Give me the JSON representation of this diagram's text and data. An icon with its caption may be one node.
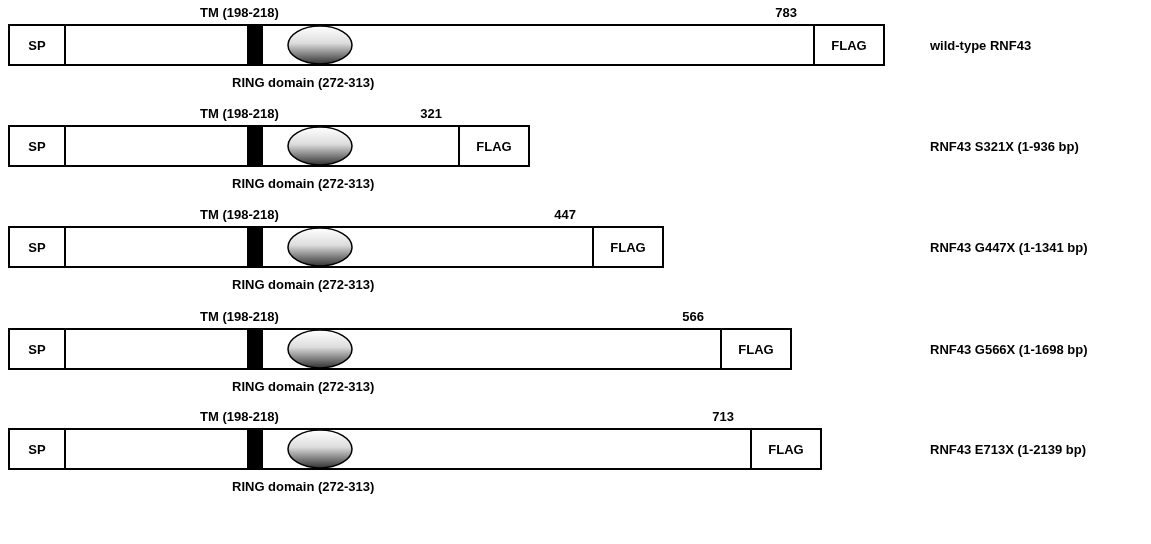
{
  "diagram": {
    "nodes": [
      {
        "text": [],
        "shape": "bar"
      },
      {
        "text": [
          "SP"
        ],
        "in": 0
      },
      {
        "text": [
          "FLAG"
        ],
        "in": 0
      },
      {
        "text": [],
        "shape": "bar"
      },
      {
        "text": [
          "SP"
        ],
        "in": 3
      },
      {
        "text": [
          "FLAG"
        ],
        "in": 3
      },
      {
        "text": [],
        "shape": "bar"
      },
      {
        "text": [
          "SP"
        ],
        "in": 6
      },
      {
        "text": [
          "FLAG"
        ],
        "in": 6
      },
      {
        "text": [],
        "shape": "bar"
      },
      {
        "text": [
          "SP"
        ],
        "in": 9
      },
      {
        "text": [
          "FLAG"
        ],
        "in": 9
      },
      {
        "text": [],
        "shape": "bar"
      },
      {
        "text": [
          "SP"
        ],
        "in": 12
      },
      {
        "text": [
          "FLAG"
        ],
        "in": 12
      }
    ],
    "edges": [],
    "labels": [
      "TM (198-218)",
      "783",
      "wild-type RNF43",
      "RING domain (272-313)",
      "TM (198-218)",
      "321",
      "RNF43 S321X (1-936 bp)",
      "RING domain (272-313)",
      "TM (198-218)",
      "447",
      "RNF43 G447X (1-1341 bp)",
      "RING domain (272-313)",
      "TM (198-218)",
      "566",
      "RNF43 G566X (1-1698 bp)",
      "RING domain (272-313)",
      "TM (198-218)",
      "713",
      "RNF43 E713X (1-2139 bp)",
      "RING domain (272-313)"
    ]
  }
}
